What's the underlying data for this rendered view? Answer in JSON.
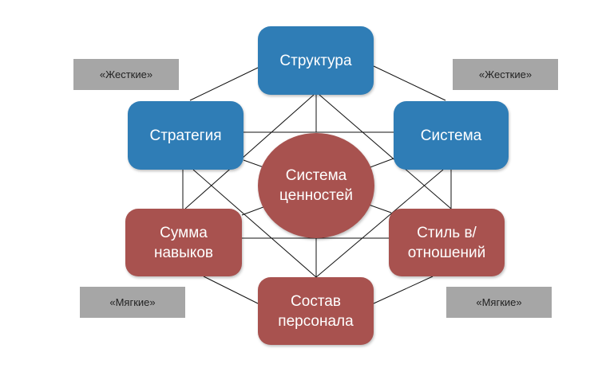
{
  "nodes": {
    "structure": "Структура",
    "strategy": "Стратегия",
    "systems": "Система",
    "skills_line1": "Сумма",
    "skills_line2": "навыков",
    "style_line1": "Стиль в/",
    "style_line2": "отношений",
    "staff_line1": "Состав",
    "staff_line2": "персонала",
    "values_line1": "Система",
    "values_line2": "ценностей"
  },
  "labels": {
    "hard_left": "«Жесткие»",
    "hard_right": "«Жесткие»",
    "soft_left": "«Мягкие»",
    "soft_right": "«Мягкие»"
  },
  "colors": {
    "hard": "#2f7db6",
    "soft": "#a8524f",
    "tag": "#a6a6a6"
  }
}
